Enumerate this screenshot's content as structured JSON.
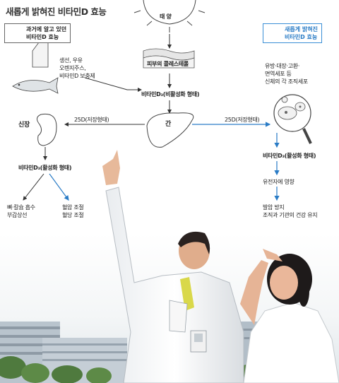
{
  "title": "새롭게 밝혀진 비타민D 효능",
  "legend": {
    "past": [
      "과거에 알고 있던",
      "비타민D 효능"
    ],
    "new": [
      "새롭게 밝혀진",
      "비타민D 효능"
    ]
  },
  "nodes": {
    "sun": "태 양",
    "skin": "피부의 콜레스테롤",
    "food": [
      "생선, 우유",
      "오렌지주스,",
      "비타민D 보충제"
    ],
    "inactive": "비타민D₃(비활성화 형태)",
    "liver": "간",
    "kidney": "신장",
    "storage_left": "25D(저장형태)",
    "storage_right": "25D(저장형태)",
    "active_left": "비타민D₃(활성화 형태)",
    "active_right": "비타민D₃(활성화 형태)",
    "tissues": [
      "유방·대장·고환·",
      "면역세포 등",
      "신체의 각 조직세포"
    ],
    "bone": [
      "뼈·칼슘 흡수",
      "부갑상선"
    ],
    "blood": [
      "혈압 조절",
      "혈당 조절"
    ],
    "gene": "유전자에 영향",
    "cancer": [
      "발암 방지",
      "조직과 기관의 건강 유지"
    ]
  },
  "colors": {
    "past": "#333333",
    "new": "#2a7cc6"
  }
}
